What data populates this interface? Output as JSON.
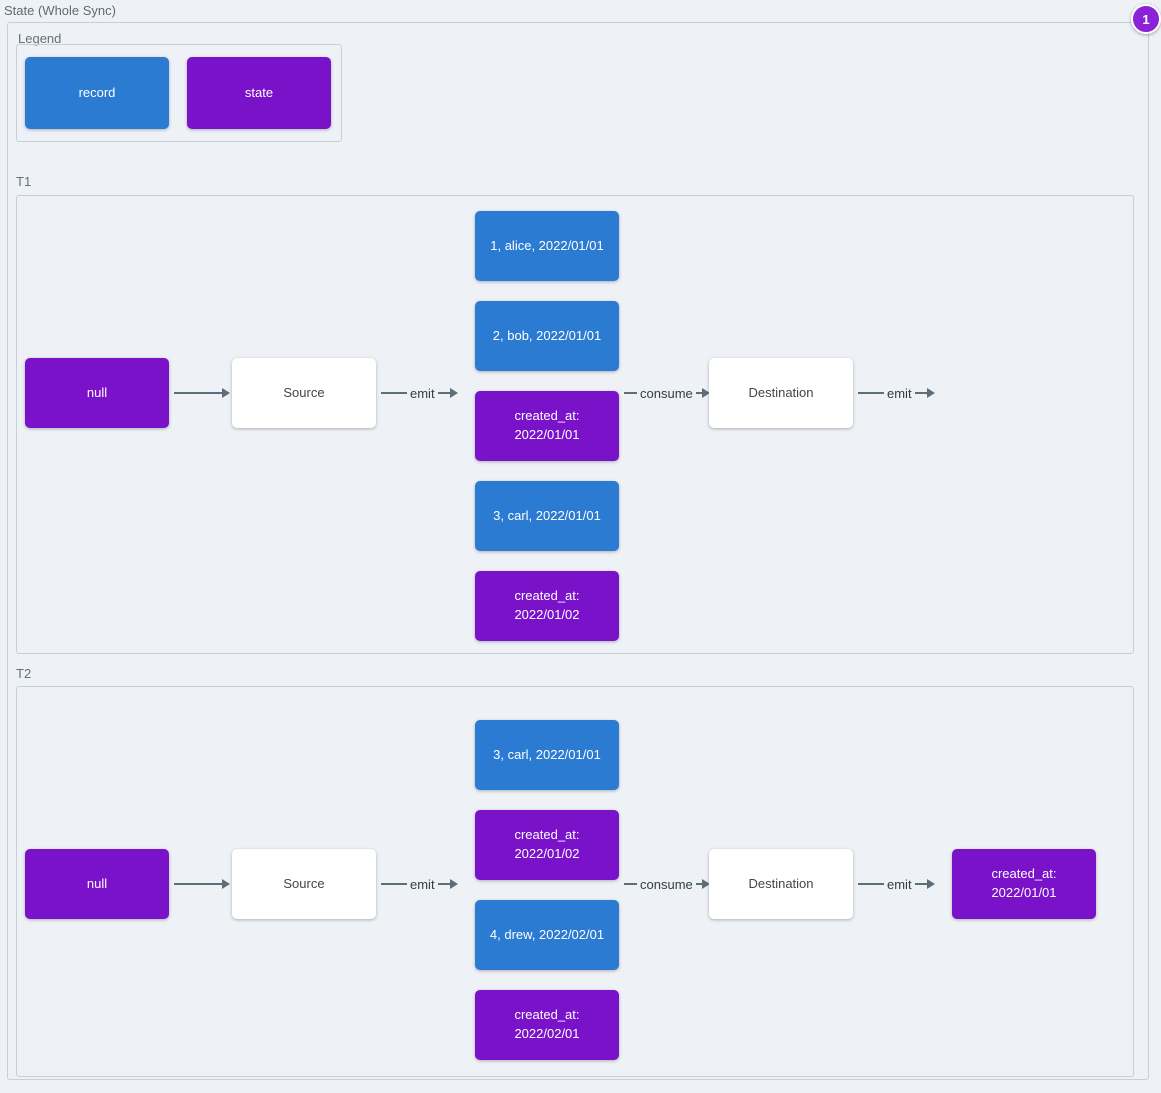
{
  "page": {
    "title": "State (Whole Sync)",
    "badge": "1"
  },
  "colors": {
    "record": "#2b7bd3",
    "state": "#7a12c9",
    "arrow": "#5d6d79"
  },
  "legend": {
    "label": "Legend",
    "items": [
      {
        "label": "record",
        "type": "record"
      },
      {
        "label": "state",
        "type": "state"
      }
    ]
  },
  "t1": {
    "label": "T1",
    "state_in": "null",
    "source": "Source",
    "emit_label": "emit",
    "consume_label": "consume",
    "destination": "Destination",
    "emit_out_label": "emit",
    "records": [
      {
        "label": "1, alice, 2022/01/01",
        "type": "record"
      },
      {
        "label": "2, bob, 2022/01/01",
        "type": "record"
      },
      {
        "label": "created_at:\n2022/01/01",
        "type": "state"
      },
      {
        "label": "3, carl, 2022/01/01",
        "type": "record"
      },
      {
        "label": "created_at:\n2022/01/02",
        "type": "state"
      }
    ]
  },
  "t2": {
    "label": "T2",
    "state_in": "null",
    "source": "Source",
    "emit_label": "emit",
    "consume_label": "consume",
    "destination": "Destination",
    "emit_out_label": "emit",
    "records": [
      {
        "label": "3, carl, 2022/01/01",
        "type": "record"
      },
      {
        "label": "created_at:\n2022/01/02",
        "type": "state"
      },
      {
        "label": "4, drew, 2022/02/01",
        "type": "record"
      },
      {
        "label": "created_at:\n2022/02/01",
        "type": "state"
      }
    ],
    "state_out": "created_at:\n2022/01/01"
  }
}
